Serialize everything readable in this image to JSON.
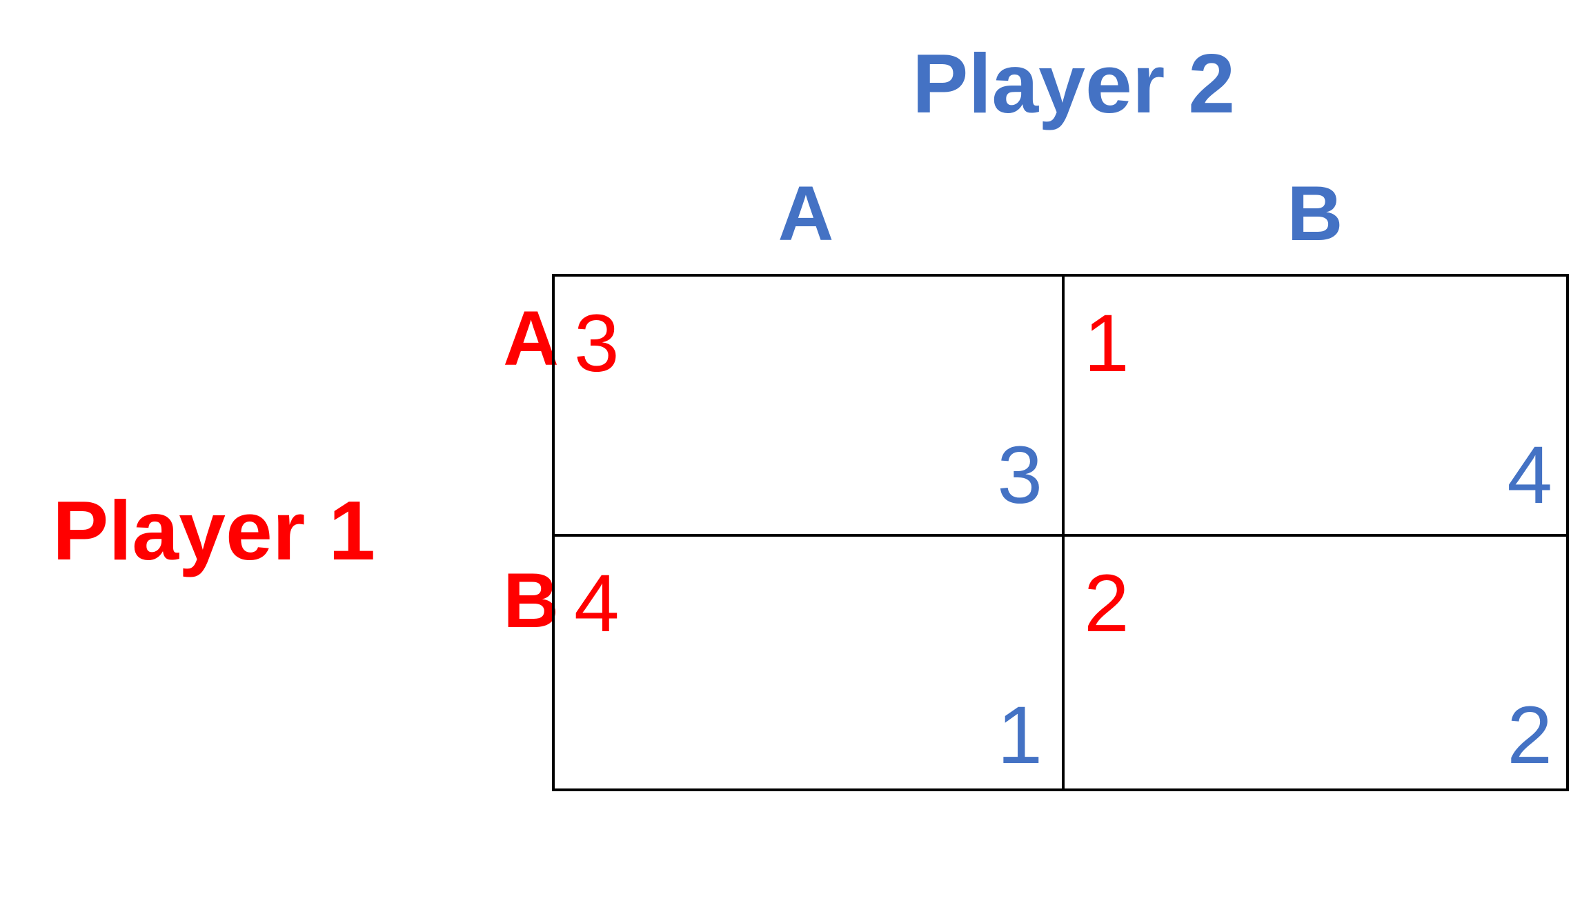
{
  "colors": {
    "player1": "#ff0000",
    "player2": "#4472c4",
    "grid": "#000000"
  },
  "player2": {
    "title": "Player 2",
    "strategies": [
      "A",
      "B"
    ]
  },
  "player1": {
    "title": "Player 1",
    "strategies": [
      "A",
      "B"
    ]
  },
  "payoffs": [
    [
      {
        "p1": "3",
        "p2": "3"
      },
      {
        "p1": "1",
        "p2": "4"
      }
    ],
    [
      {
        "p1": "4",
        "p2": "1"
      },
      {
        "p1": "2",
        "p2": "2"
      }
    ]
  ]
}
